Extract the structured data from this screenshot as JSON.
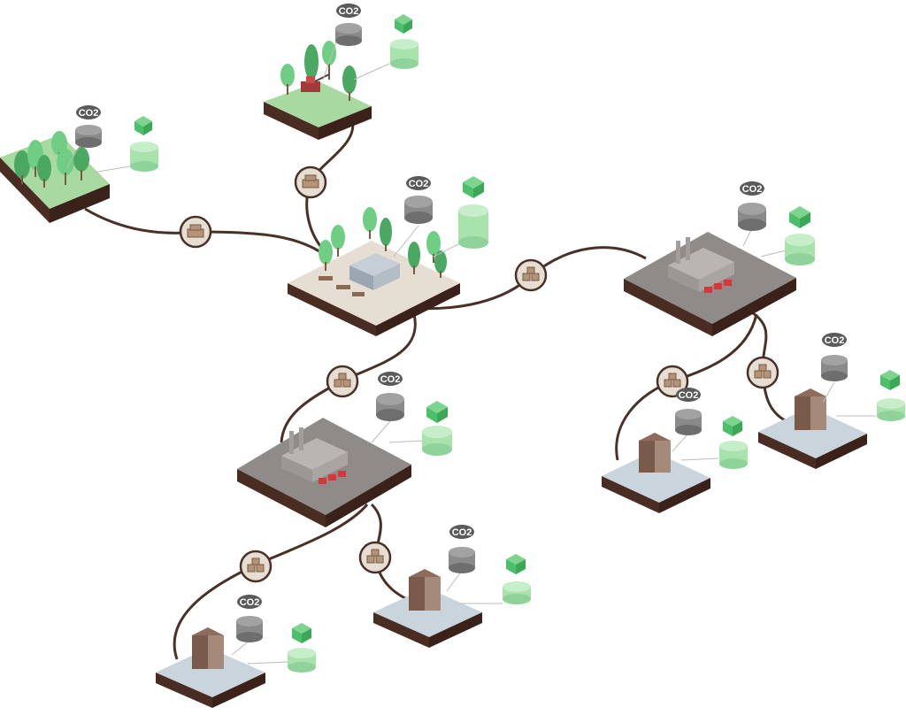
{
  "labels": {
    "co2": "CO2"
  },
  "colors": {
    "background": "#ffffff",
    "grass": "#a8d9a0",
    "soil": "#4a2d22",
    "soil_dark": "#3a221a",
    "path": "#4a3128",
    "clearing": "#e6ddd3",
    "factory_ground": "#8e8b88",
    "city_ground": "#c9d4dc",
    "tree": "#6fcd84",
    "tree_dark": "#4aa862",
    "co2_cylinder": "#8a8a8a",
    "product_cylinder": "#a8e2ad",
    "product_box": "#4cbf6b",
    "cloud": "#5a5a5a",
    "red_vehicle": "#d7373a",
    "building": "#7a5a4a"
  },
  "nodes": [
    {
      "id": "forest-west",
      "kind": "forest"
    },
    {
      "id": "forest-north",
      "kind": "harvest-forest"
    },
    {
      "id": "sawmill",
      "kind": "sawmill"
    },
    {
      "id": "factory-east",
      "kind": "factory"
    },
    {
      "id": "factory-south",
      "kind": "factory"
    },
    {
      "id": "city-east-1",
      "kind": "city"
    },
    {
      "id": "city-east-2",
      "kind": "city"
    },
    {
      "id": "city-south-1",
      "kind": "city"
    },
    {
      "id": "city-south-2",
      "kind": "city"
    }
  ],
  "connections": [
    {
      "from": "forest-west",
      "to": "sawmill",
      "icon": "timber-stack-icon"
    },
    {
      "from": "forest-north",
      "to": "sawmill",
      "icon": "timber-stack-icon"
    },
    {
      "from": "sawmill",
      "to": "factory-east",
      "icon": "box-stack-icon"
    },
    {
      "from": "sawmill",
      "to": "factory-south",
      "icon": "box-stack-icon"
    },
    {
      "from": "factory-east",
      "to": "city-east-1",
      "icon": "box-stack-icon"
    },
    {
      "from": "factory-east",
      "to": "city-east-2",
      "icon": "box-stack-icon"
    },
    {
      "from": "factory-south",
      "to": "city-south-1",
      "icon": "box-stack-icon"
    },
    {
      "from": "factory-south",
      "to": "city-south-2",
      "icon": "box-stack-icon"
    }
  ]
}
